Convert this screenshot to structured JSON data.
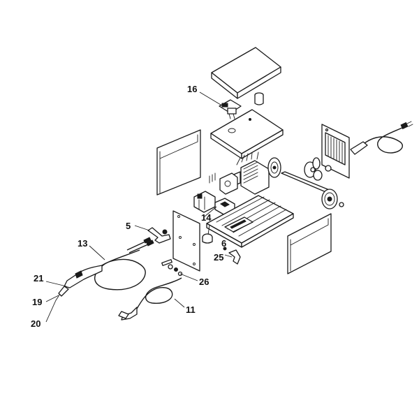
{
  "callouts": [
    {
      "id": "16",
      "text": "16"
    },
    {
      "id": "5",
      "text": "5"
    },
    {
      "id": "13",
      "text": "13"
    },
    {
      "id": "14",
      "text": "14"
    },
    {
      "id": "6",
      "text": "6"
    },
    {
      "id": "25",
      "text": "25"
    },
    {
      "id": "26",
      "text": "26"
    },
    {
      "id": "21",
      "text": "21"
    },
    {
      "id": "19",
      "text": "19"
    },
    {
      "id": "20",
      "text": "20"
    },
    {
      "id": "11",
      "text": "11"
    }
  ],
  "colors": {
    "ink": "#1a1a1a",
    "background": "#ffffff"
  }
}
